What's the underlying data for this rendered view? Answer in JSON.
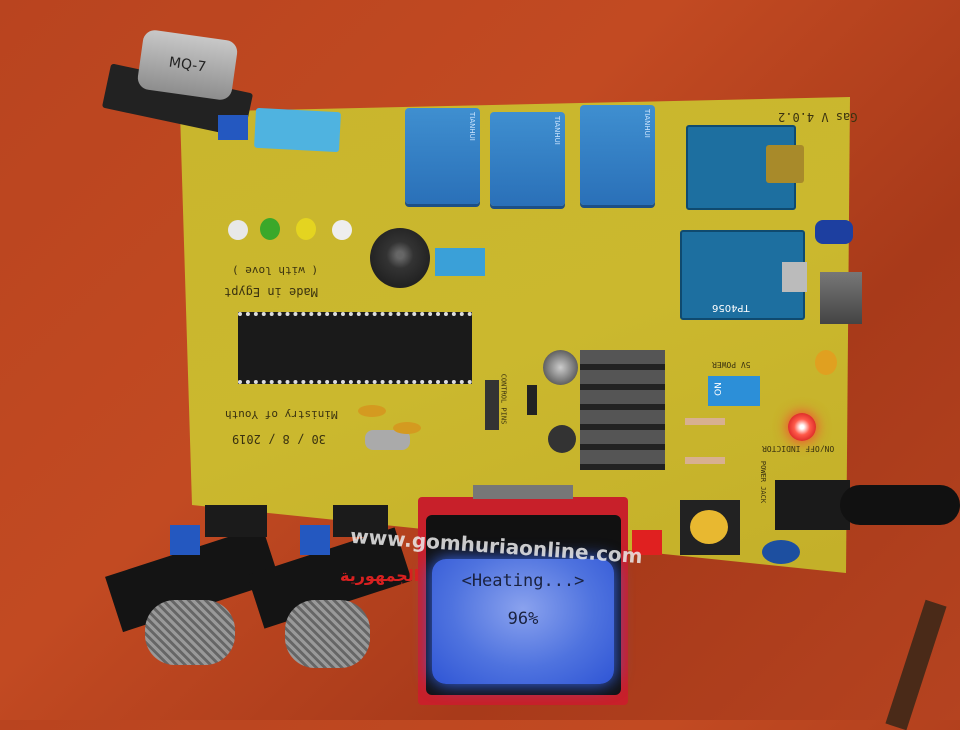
{
  "sensor_top": {
    "label": "MQ-7"
  },
  "board": {
    "version": "Gas V 4.0.2",
    "made_in": "Made in Egypt",
    "with_love": "( with love )",
    "ministry": "Ministry of Youth",
    "date": "30 / 8 / 2019",
    "relay_brand": "TIANHUI",
    "charger_label": "TP4056",
    "power_switch": "5V POWER",
    "switch_on": "ON",
    "indicator": "ON/OFF INDICTOR",
    "control_pins": "CONTROL PINS",
    "power_jack": "POWER JACK"
  },
  "lcd": {
    "line1": "<Heating...>",
    "line2": "96%"
  },
  "watermark": {
    "url": "www.gomhuriaonline.com",
    "logo": "الجمهورية"
  },
  "colors": {
    "board": "#c8b52c",
    "table": "#b9441f",
    "lcd": "#3f6fe0",
    "relay": "#2a70b8"
  }
}
